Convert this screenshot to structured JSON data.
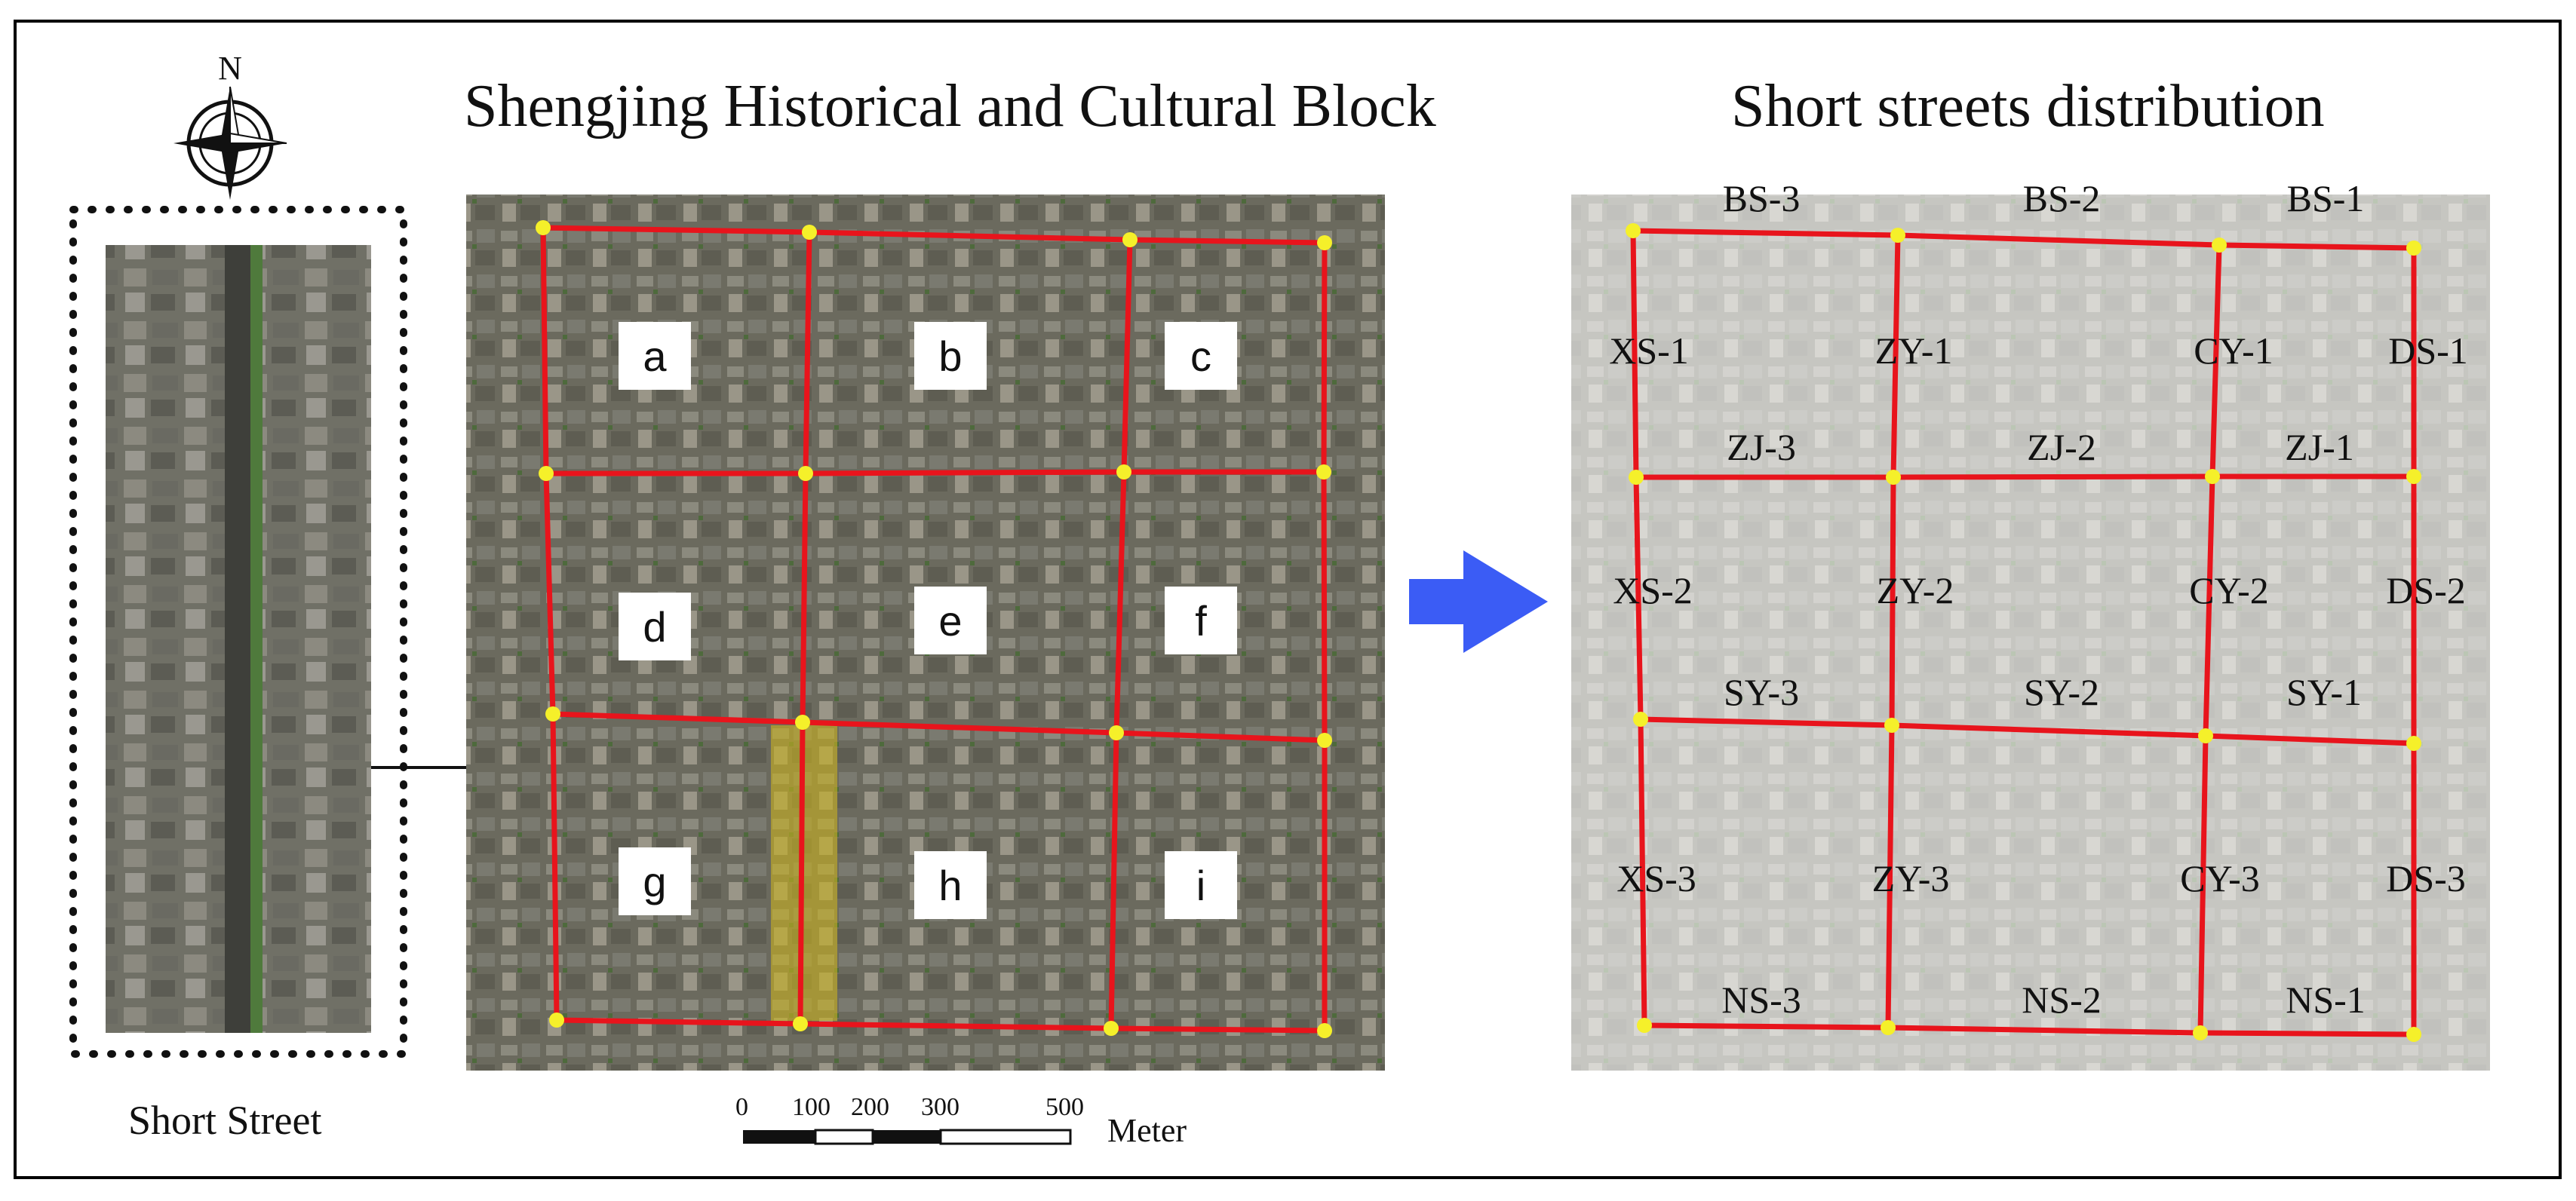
{
  "titles": {
    "left": "Shengjing Historical and Cultural Block",
    "right": "Short streets distribution",
    "short_street": "Short Street",
    "compass_north": "N"
  },
  "scale_bar": {
    "ticks": [
      "0",
      "100",
      "200",
      "300",
      "500"
    ],
    "unit": "Meter"
  },
  "block_letters": [
    "a",
    "b",
    "c",
    "d",
    "e",
    "f",
    "g",
    "h",
    "i"
  ],
  "street_labels": [
    "BS-3",
    "BS-2",
    "BS-1",
    "XS-1",
    "ZY-1",
    "CY-1",
    "DS-1",
    "ZJ-3",
    "ZJ-2",
    "ZJ-1",
    "XS-2",
    "ZY-2",
    "CY-2",
    "DS-2",
    "SY-3",
    "SY-2",
    "SY-1",
    "XS-3",
    "ZY-3",
    "CY-3",
    "DS-3",
    "NS-3",
    "NS-2",
    "NS-1"
  ],
  "colors": {
    "street_line": "#e8141c",
    "intersection": "#f5f02a",
    "arrow": "#3b5cf5",
    "highlight": "#c9b21f",
    "frame": "#000000"
  }
}
